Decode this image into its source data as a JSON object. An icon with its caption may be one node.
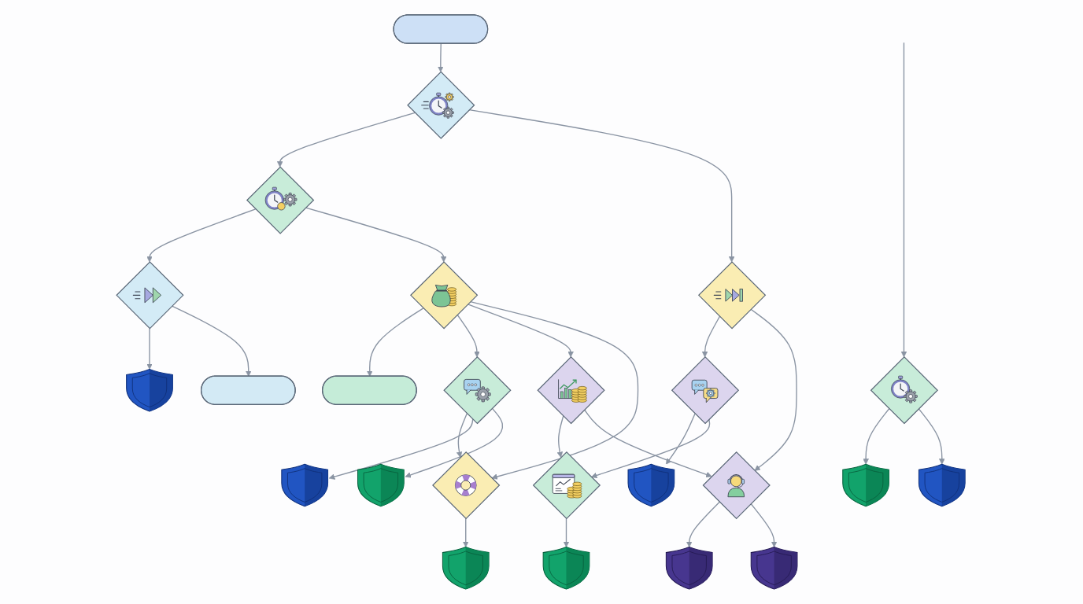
{
  "diagram": {
    "nodes": [
      {
        "text": [],
        "shape": "pill"
      },
      {
        "text": [],
        "shape": "diamond"
      },
      {
        "text": [],
        "shape": "diamond"
      },
      {
        "text": [],
        "shape": "diamond"
      },
      {
        "text": [],
        "shape": "shield"
      },
      {
        "text": [],
        "shape": "diamond"
      },
      {
        "text": [],
        "shape": "diamond"
      },
      {
        "text": [],
        "shape": "diamond"
      },
      {
        "text": [],
        "shape": "diamond"
      },
      {
        "text": [],
        "shape": "diamond"
      },
      {
        "text": [],
        "shape": "shield"
      },
      {
        "text": [],
        "shape": "pill"
      },
      {
        "text": [],
        "shape": "pill"
      },
      {
        "text": [],
        "shape": "diamond"
      },
      {
        "text": [],
        "shape": "diamond"
      },
      {
        "text": [],
        "shape": "diamond"
      },
      {
        "text": [],
        "shape": "diamond"
      },
      {
        "text": [],
        "shape": "shield"
      },
      {
        "text": [],
        "shape": "shield"
      },
      {
        "text": [],
        "shape": "shield"
      },
      {
        "text": [],
        "shape": "shield"
      },
      {
        "text": [],
        "shape": "shield"
      },
      {
        "text": [],
        "shape": "shield"
      },
      {
        "text": [],
        "shape": "shield"
      },
      {
        "text": [],
        "shape": "shield"
      }
    ],
    "edges": [
      {
        "from": 0,
        "to": 1,
        "arrow": "to"
      },
      {
        "from": 1,
        "to": 5,
        "arrow": "to"
      },
      {
        "from": 1,
        "to": 2,
        "arrow": "to"
      },
      {
        "from": 2,
        "to": 3,
        "arrow": "to"
      },
      {
        "from": 3,
        "to": 4,
        "arrow": "to"
      },
      {
        "from": 3,
        "to": 9,
        "arrow": "to"
      },
      {
        "from": 2,
        "to": 16,
        "arrow": "to"
      },
      {
        "from": 5,
        "to": 6,
        "arrow": "to"
      },
      {
        "from": 5,
        "to": 7,
        "arrow": "to"
      },
      {
        "from": 6,
        "to": 18,
        "arrow": "to"
      },
      {
        "from": 6,
        "to": 11,
        "arrow": "to"
      },
      {
        "from": null,
        "to": 13,
        "arrow": "to"
      },
      {
        "from": 7,
        "to": 12,
        "arrow": "to"
      },
      {
        "from": 7,
        "to": 14,
        "arrow": "to"
      },
      {
        "from": 7,
        "to": 8,
        "arrow": "to"
      },
      {
        "from": 7,
        "to": 15,
        "arrow": "to"
      },
      {
        "from": 14,
        "to": 15,
        "arrow": "to"
      },
      {
        "from": 8,
        "to": 9,
        "arrow": "to"
      },
      {
        "from": 8,
        "to": 16,
        "arrow": "to"
      },
      {
        "from": 9,
        "to": 10,
        "arrow": "to"
      },
      {
        "from": 13,
        "to": 19,
        "arrow": "to"
      },
      {
        "from": 13,
        "to": 20,
        "arrow": "to"
      },
      {
        "from": 14,
        "to": 21,
        "arrow": "to"
      },
      {
        "from": 14,
        "to": 22,
        "arrow": "to"
      },
      {
        "from": 15,
        "to": 23,
        "arrow": "to"
      },
      {
        "from": 16,
        "to": 17,
        "arrow": "to"
      },
      {
        "from": 16,
        "to": 24,
        "arrow": "to"
      }
    ]
  }
}
